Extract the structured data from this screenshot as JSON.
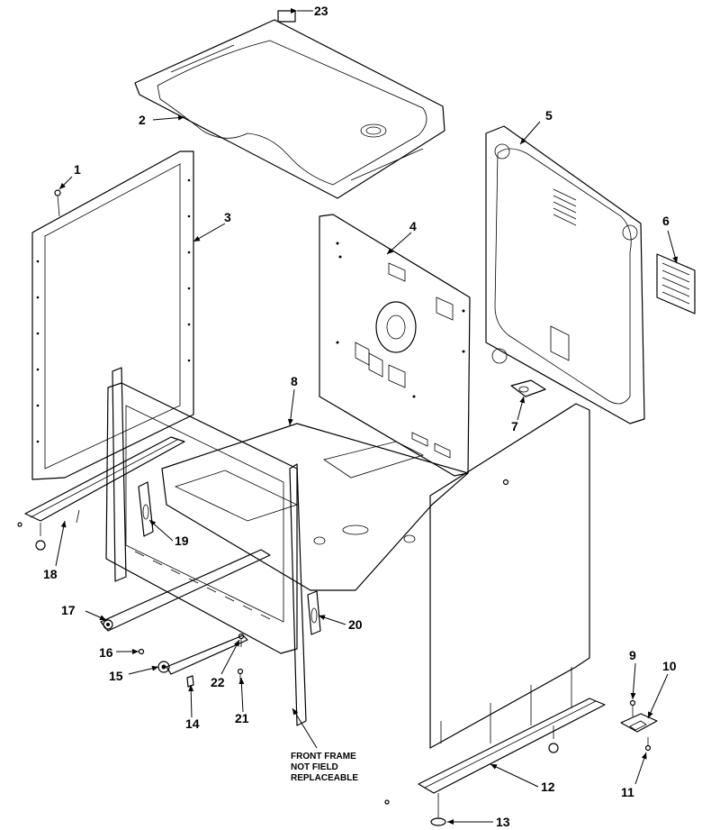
{
  "callouts": [
    "23",
    "2",
    "5",
    "1",
    "3",
    "4",
    "6",
    "8",
    "7",
    "19",
    "18",
    "17",
    "20",
    "16",
    "15",
    "22",
    "14",
    "21",
    "9",
    "10",
    "12",
    "11",
    "13"
  ],
  "note_lines": [
    "FRONT FRAME",
    "NOT FIELD",
    "REPLACEABLE"
  ]
}
